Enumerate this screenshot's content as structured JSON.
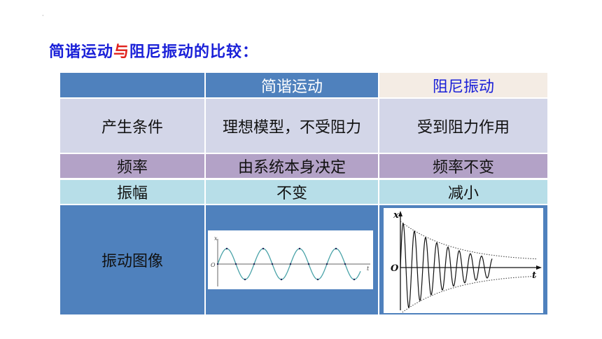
{
  "heading": {
    "part1": "简谐运动",
    "connector": "与",
    "part2": "阻尼振动的比较："
  },
  "table": {
    "columns": [
      "",
      "简谐运动",
      "阻尼振动"
    ],
    "rows": [
      {
        "label": "产生条件",
        "shm": "理想模型，不受阻力",
        "damped": "受到阻力作用"
      },
      {
        "label": "频率",
        "shm": "由系统本身决定",
        "damped": "频率不变"
      },
      {
        "label": "振幅",
        "shm": "不变",
        "damped": "减小"
      },
      {
        "label": "振动图像"
      }
    ]
  },
  "graph_shm": {
    "x_label": "x",
    "t_label": "t",
    "origin": "O"
  },
  "graph_damped": {
    "x_label": "x",
    "t_label": "t",
    "origin": "O"
  },
  "colors": {
    "header_blue": "#4f81bd",
    "row_lavender": "#d3d6e8",
    "row_purple": "#b3a2c7",
    "row_cyan": "#b7dee8",
    "heading_blue": "#1a20d8",
    "heading_red": "#e0201a"
  }
}
